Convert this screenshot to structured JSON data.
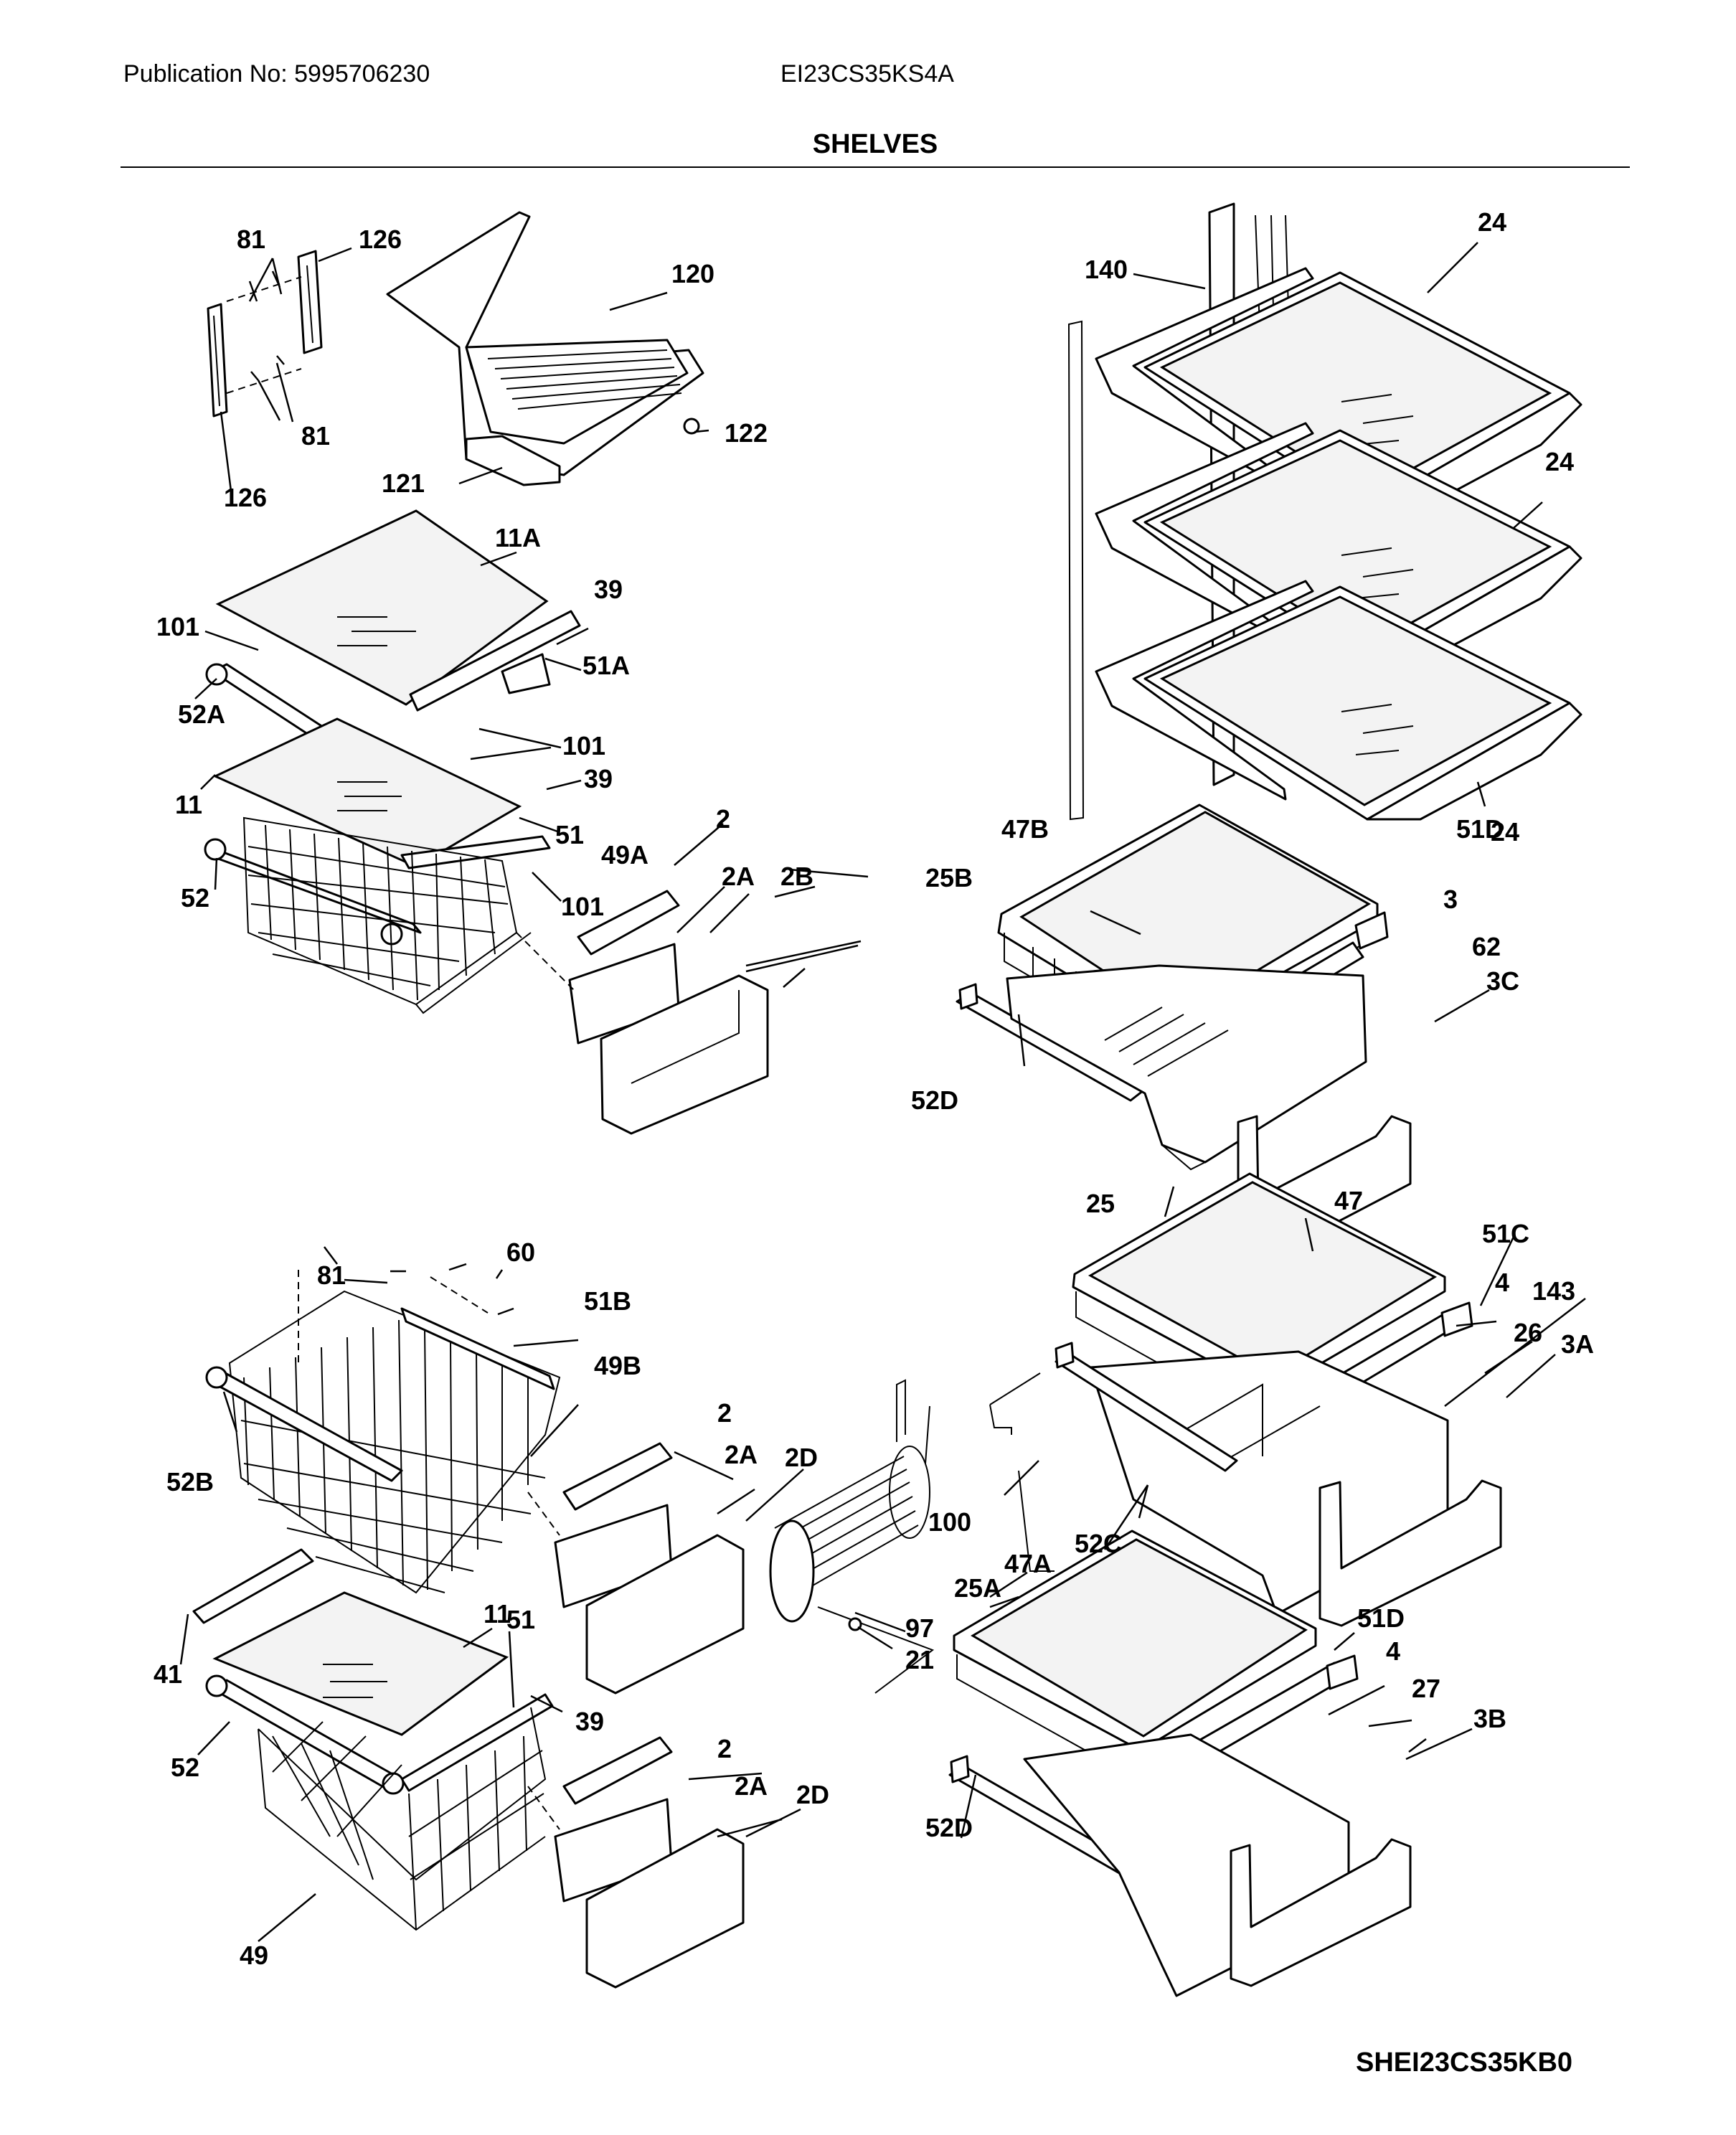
{
  "header": {
    "publication": "Publication No: 5995706230",
    "model": "EI23CS35KS4A",
    "section_title": "SHELVES"
  },
  "footer": {
    "diagram_code": "SHEI23CS35KB0"
  },
  "callouts": {
    "c81a": "81",
    "c126a": "126",
    "c120": "120",
    "c140": "140",
    "c24a": "24",
    "c81b": "81",
    "c122": "122",
    "c121": "121",
    "c126b": "126",
    "c11a": "11A",
    "c39a": "39",
    "c101a": "101",
    "c51a": "51A",
    "c52a": "52A",
    "c101b": "101",
    "c24b": "24",
    "c39b": "39",
    "c11": "11",
    "c51": "51",
    "c24c": "24",
    "c2a": "2",
    "c47b": "47B",
    "c51d": "51D",
    "c49a": "49A",
    "c25b": "25B",
    "c2aa": "2A",
    "c2b": "2B",
    "c3": "3",
    "c52": "52",
    "c101c": "101",
    "c62": "62",
    "c3c": "3C",
    "c52d": "52D",
    "c25": "25",
    "c47": "47",
    "c60": "60",
    "c51c": "51C",
    "c81c": "81",
    "c51b": "51B",
    "c4": "4",
    "c143": "143",
    "c26": "26",
    "c3a": "3A",
    "c49b": "49B",
    "c2b2": "2",
    "c2ab": "2A",
    "c2d": "2D",
    "c52b": "52B",
    "c100": "100",
    "c52c": "52C",
    "c47a": "47A",
    "c25a": "25A",
    "c97": "97",
    "c41": "41",
    "c11b": "11",
    "c51e": "51",
    "c51d2": "51D",
    "c21": "21",
    "c4b": "4",
    "c27": "27",
    "c39c": "39",
    "c3b": "3B",
    "c52e": "52",
    "c2c": "2",
    "c2ac": "2A",
    "c2d2": "2D",
    "c52d2": "52D",
    "c49": "49"
  }
}
